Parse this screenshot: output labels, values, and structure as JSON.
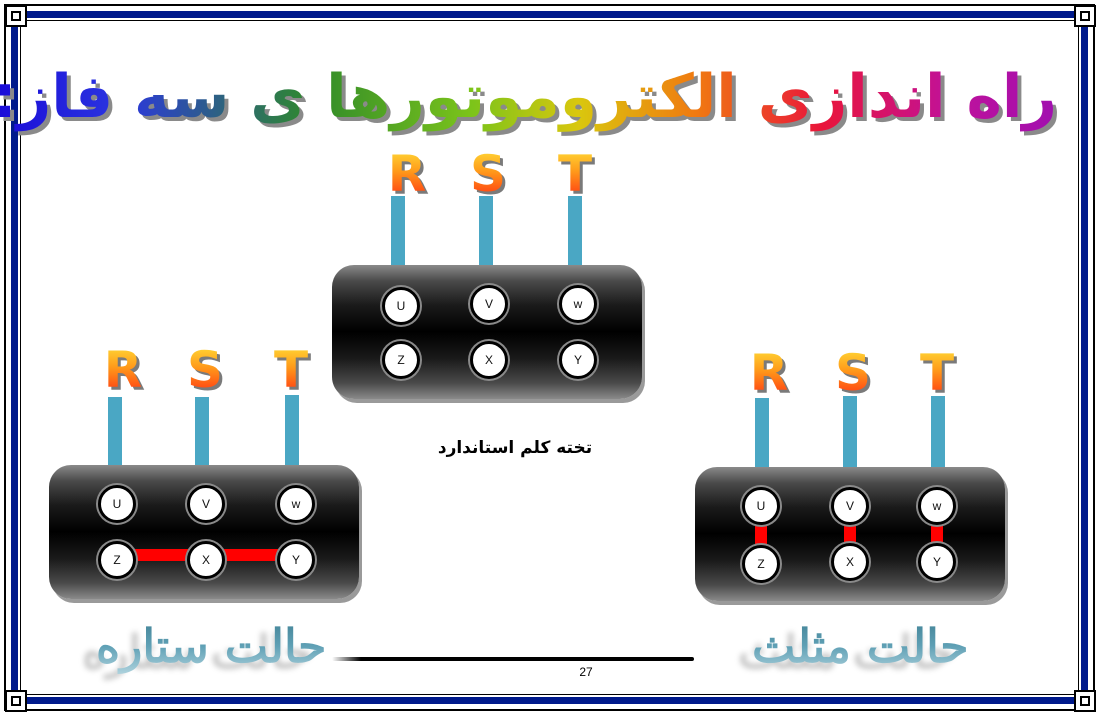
{
  "title": "راه اندازی الکتروموتورها ی سه فاز:",
  "phases": [
    "R",
    "S",
    "T"
  ],
  "terminals_top_row": [
    "U",
    "V",
    "w"
  ],
  "terminals_bottom_row": [
    "Z",
    "X",
    "Y"
  ],
  "board_caption": "تخته کلم استاندارد",
  "mode_star": "حالت ستاره",
  "mode_delta": "حالت مثلث",
  "page_number": "27",
  "colors": {
    "frame": "#001a8c",
    "wire": "#4aa7c4",
    "jumper": "#ff0000",
    "board": "#000000"
  }
}
